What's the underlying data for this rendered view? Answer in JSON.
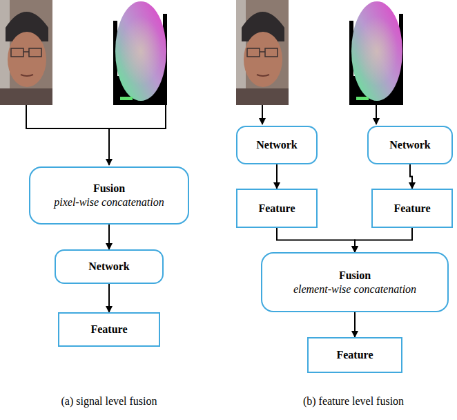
{
  "diagram": {
    "nodes": [
      {
        "text": [
          "Fusion",
          "pixel-wise concatenation"
        ]
      },
      {
        "text": [
          "Network"
        ]
      },
      {
        "text": [
          "Feature"
        ]
      },
      {
        "text": [
          "Network"
        ]
      },
      {
        "text": [
          "Network"
        ]
      },
      {
        "text": [
          "Feature"
        ]
      },
      {
        "text": [
          "Feature"
        ]
      },
      {
        "text": [
          "Fusion",
          "element-wise concatenation"
        ]
      },
      {
        "text": [
          "Feature"
        ]
      }
    ],
    "edges": [
      {
        "from": 0,
        "to": 1,
        "arrow": "to"
      },
      {
        "from": 1,
        "to": 2,
        "arrow": "to"
      },
      {
        "from": 3,
        "to": 5,
        "arrow": "to"
      },
      {
        "from": 4,
        "to": 6,
        "arrow": "to"
      },
      {
        "from": 5,
        "to": 7,
        "arrow": "to"
      },
      {
        "from": 6,
        "to": 7,
        "arrow": "to"
      },
      {
        "from": 7,
        "to": 8,
        "arrow": "to"
      }
    ],
    "labels": [
      "(a) signal level fusion",
      "(b) feature level fusion"
    ]
  }
}
